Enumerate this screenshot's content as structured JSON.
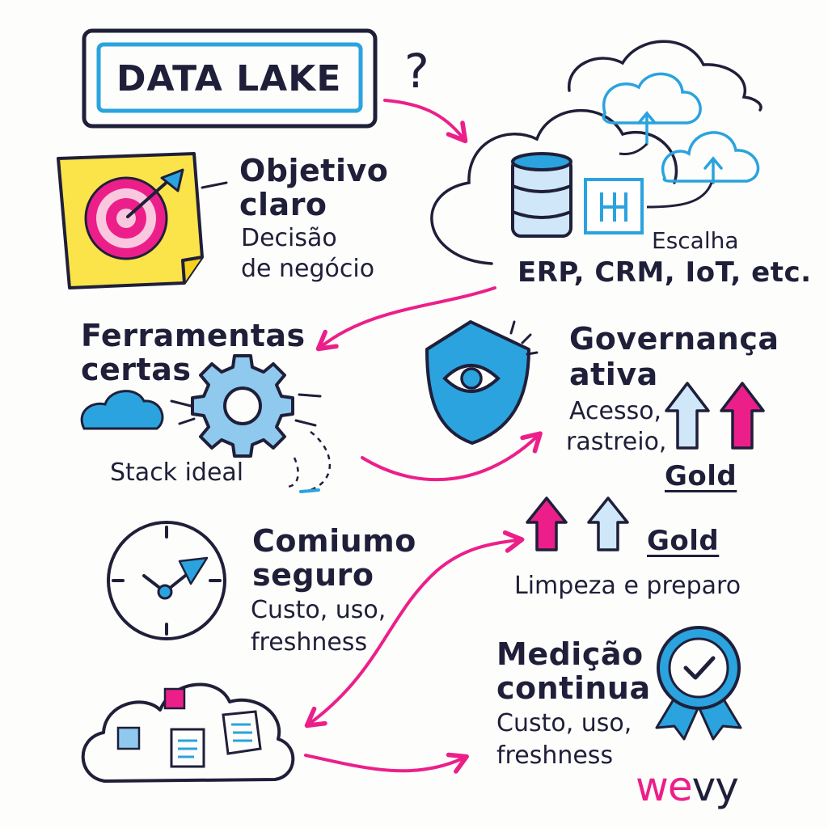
{
  "title": "DATA LAKE",
  "question_mark": "?",
  "objective": {
    "heading_1": "Objetivo",
    "heading_2": "claro",
    "sub_1": "Decisão",
    "sub_2": "de negócio"
  },
  "sources": {
    "scale": "Escalha",
    "systems": "ERP, CRM, IoT, etc."
  },
  "tools": {
    "heading_1": "Ferramentas",
    "heading_2": "certas",
    "sub": "Stack ideal"
  },
  "governance": {
    "heading_1": "Governança",
    "heading_2": "ativa",
    "sub_1": "Acesso,",
    "sub_2": "rastreio,",
    "badge": "Gold"
  },
  "consumption": {
    "heading_1": "Comiumo",
    "heading_2": "seguro",
    "sub_1": "Custo, uso,",
    "sub_2": "freshness"
  },
  "quality": {
    "badge": "Gold",
    "sub": "Limpeza e preparo"
  },
  "measurement": {
    "heading_1": "Medição",
    "heading_2": "continua",
    "sub_1": "Custo, uso,",
    "sub_2": "freshness"
  },
  "brand": {
    "part_1": "we",
    "part_2": "vy"
  },
  "colors": {
    "pink": "#ec1f8a",
    "blue": "#2aa3de",
    "light_blue": "#cfe7f8",
    "yellow": "#fbe34a",
    "ink": "#1f1f3a"
  }
}
